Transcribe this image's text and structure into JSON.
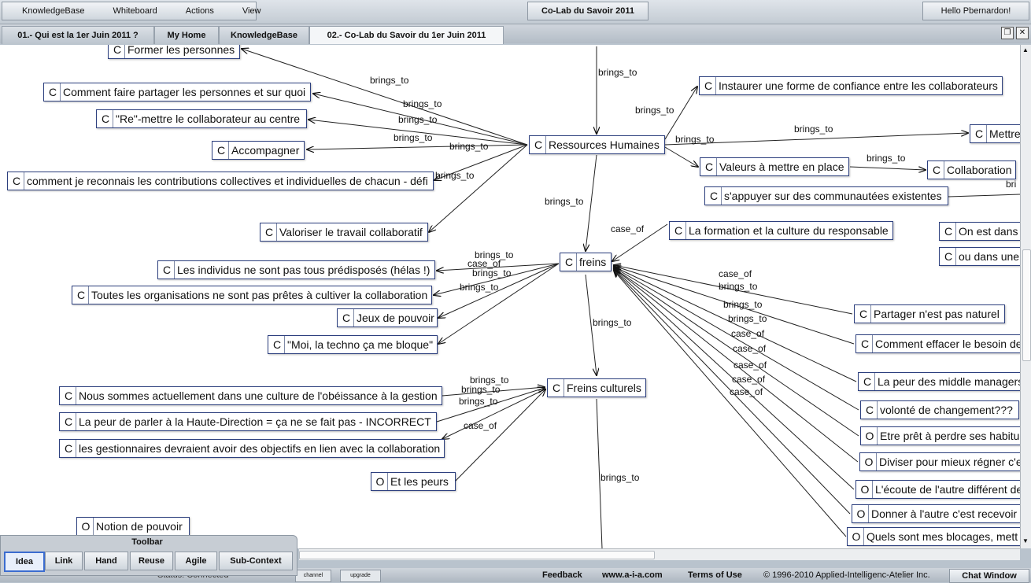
{
  "menu": [
    "KnowledgeBase",
    "Whiteboard",
    "Actions",
    "View"
  ],
  "center_title": "Co-Lab du Savoir 2011",
  "greeting": "Hello Pbernardon!",
  "tabs": [
    {
      "label": "01.- Qui est la 1er Juin 2011 ?",
      "active": false
    },
    {
      "label": "My Home",
      "active": false
    },
    {
      "label": "KnowledgeBase",
      "active": false
    },
    {
      "label": "02.- Co-Lab du Savoir du 1er Juin 2011",
      "active": true
    }
  ],
  "nodes": [
    {
      "type": "C",
      "text": "Former les personnes"
    },
    {
      "type": "C",
      "text": "Comment faire partager les personnes et sur quoi"
    },
    {
      "type": "C",
      "text": "\"Re\"-mettre le collaborateur au centre"
    },
    {
      "type": "C",
      "text": "Accompagner"
    },
    {
      "type": "C",
      "text": "comment je reconnais les contributions collectives et individuelles de chacun - défi"
    },
    {
      "type": "C",
      "text": "Valoriser le travail collaboratif"
    },
    {
      "type": "C",
      "text": "Ressources Humaines"
    },
    {
      "type": "C",
      "text": "Instaurer une forme de confiance entre les collaborateurs"
    },
    {
      "type": "C",
      "text": "Mettre"
    },
    {
      "type": "C",
      "text": "Valeurs à mettre en place"
    },
    {
      "type": "C",
      "text": "Collaboration"
    },
    {
      "type": "C",
      "text": "s'appuyer sur des communautées existentes"
    },
    {
      "type": "C",
      "text": "La formation et la culture du responsable"
    },
    {
      "type": "C",
      "text": "On est dans"
    },
    {
      "type": "C",
      "text": "ou dans une"
    },
    {
      "type": "C",
      "text": "freins"
    },
    {
      "type": "C",
      "text": "Les individus ne sont pas tous prédisposés (hélas !)"
    },
    {
      "type": "C",
      "text": "Toutes les organisations ne sont pas prêtes à cultiver la collaboration"
    },
    {
      "type": "C",
      "text": "Jeux de pouvoir"
    },
    {
      "type": "C",
      "text": "\"Moi, la techno ça me bloque\""
    },
    {
      "type": "C",
      "text": "Partager n'est pas naturel"
    },
    {
      "type": "C",
      "text": "Comment effacer le besoin de"
    },
    {
      "type": "C",
      "text": "La peur des middle managers"
    },
    {
      "type": "C",
      "text": "volonté de changement???"
    },
    {
      "type": "O",
      "text": "Etre prêt à perdre ses habitu"
    },
    {
      "type": "O",
      "text": "Diviser pour mieux régner c'e"
    },
    {
      "type": "O",
      "text": "L'écoute de l'autre différent de"
    },
    {
      "type": "O",
      "text": "Donner à l'autre c'est recevoir"
    },
    {
      "type": "O",
      "text": "Quels sont mes blocages, mett"
    },
    {
      "type": "C",
      "text": "Freins culturels"
    },
    {
      "type": "C",
      "text": "Nous sommes actuellement dans une culture de l'obéissance à la gestion"
    },
    {
      "type": "C",
      "text": "La peur de parler à la Haute-Direction = ça ne se fait pas - INCORRECT"
    },
    {
      "type": "C",
      "text": "les gestionnaires devraient avoir des objectifs en lien avec la collaboration"
    },
    {
      "type": "O",
      "text": "Et les peurs"
    },
    {
      "type": "O",
      "text": "Notion de pouvoir"
    }
  ],
  "edge_labels": [
    "brings_to",
    "brings_to",
    "brings_to",
    "brings_to",
    "brings_to",
    "brings_to",
    "brings_to",
    "brings_to",
    "brings_to",
    "brings_to",
    "brings_to",
    "case_of",
    "brings_to",
    "brings_to",
    "case_of",
    "brings_to",
    "brings_to",
    "case_of",
    "brings_to",
    "brings_to",
    "brings_to",
    "case_of",
    "case_of",
    "case_of",
    "case_of",
    "case_of",
    "brings_to",
    "brings_to",
    "brings_to",
    "brings_to",
    "case_of",
    "brings_to",
    "bri"
  ],
  "toolbar": {
    "title": "Toolbar",
    "buttons": [
      "Idea",
      "Link",
      "Hand",
      "Reuse",
      "Agile",
      "Sub-Context"
    ],
    "selected": "Idea"
  },
  "status": "Status: Connected",
  "bottom": {
    "channel": "channel",
    "upgrade": "upgrade",
    "feedback": "Feedback",
    "site": "www.a-i-a.com",
    "terms": "Terms of Use",
    "copyright": "© 1996-2010 Applied-Intelligenc-Atelier Inc.",
    "chat": "Chat Window"
  }
}
